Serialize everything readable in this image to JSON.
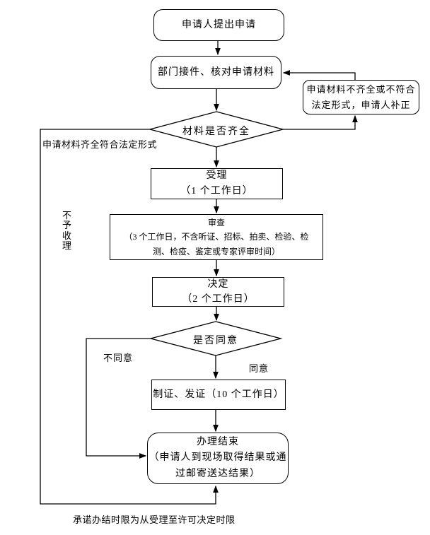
{
  "page": {
    "background": "#ffffff",
    "line_color": "#000000"
  },
  "nodes": {
    "start": {
      "label": "申请人提出申请"
    },
    "receive": {
      "label": "部门接件、核对申请材料"
    },
    "check_materials": {
      "label": "材料是否齐全"
    },
    "supplement": {
      "label": "申请材料不齐全或不符合\n法定形式，申请人补正"
    },
    "accept": {
      "label": "受理\n（1 个工作日）"
    },
    "review": {
      "label": "审查\n（3 个工作日，不含听证、招标、拍卖、检验、检\n测、检疫、鉴定或专家评审时间）"
    },
    "decide": {
      "label": "决定\n（2 个工作日）"
    },
    "check_agree": {
      "label": "是否同意"
    },
    "issue": {
      "label": "制证、发证（10 个工作日）"
    },
    "end": {
      "label": "办理结束\n（申请人到现场取得结果或通\n过邮寄送达结果）"
    }
  },
  "edge_labels": {
    "materials_complete": "申请材料齐全符合法定形式",
    "not_accepted": "不予收理",
    "disagree": "不同意",
    "agree": "同意"
  },
  "footnote": "承诺办结时限为从受理至许可决定时限"
}
